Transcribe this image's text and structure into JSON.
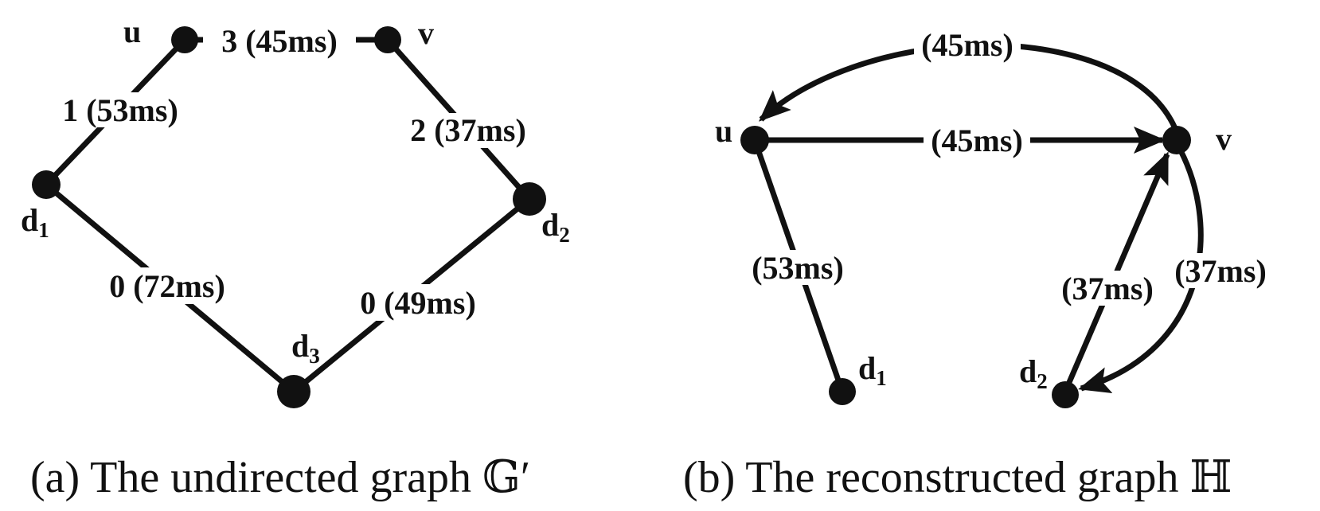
{
  "colors": {
    "ink": "#111111",
    "background": "#ffffff"
  },
  "panel_a": {
    "caption": "(a) The undirected graph 𝔾′",
    "nodes": {
      "u": {
        "base": "u",
        "sub": ""
      },
      "v": {
        "base": "v",
        "sub": ""
      },
      "d1": {
        "base": "d",
        "sub": "1"
      },
      "d2": {
        "base": "d",
        "sub": "2"
      },
      "d3": {
        "base": "d",
        "sub": "3"
      }
    },
    "edges": {
      "u_v": "3 (45ms)",
      "u_d1": "1 (53ms)",
      "v_d2": "2 (37ms)",
      "d1_d3": "0 (72ms)",
      "d2_d3": "0 (49ms)"
    }
  },
  "panel_b": {
    "caption": "(b) The reconstructed graph ℍ",
    "nodes": {
      "u": {
        "base": "u",
        "sub": ""
      },
      "v": {
        "base": "v",
        "sub": ""
      },
      "d1": {
        "base": "d",
        "sub": "1"
      },
      "d2": {
        "base": "d",
        "sub": "2"
      }
    },
    "edges": {
      "v_to_u": "(45ms)",
      "u_to_v": "(45ms)",
      "u_d1": "(53ms)",
      "d2_to_v": "(37ms)",
      "v_to_d2": "(37ms)"
    }
  }
}
